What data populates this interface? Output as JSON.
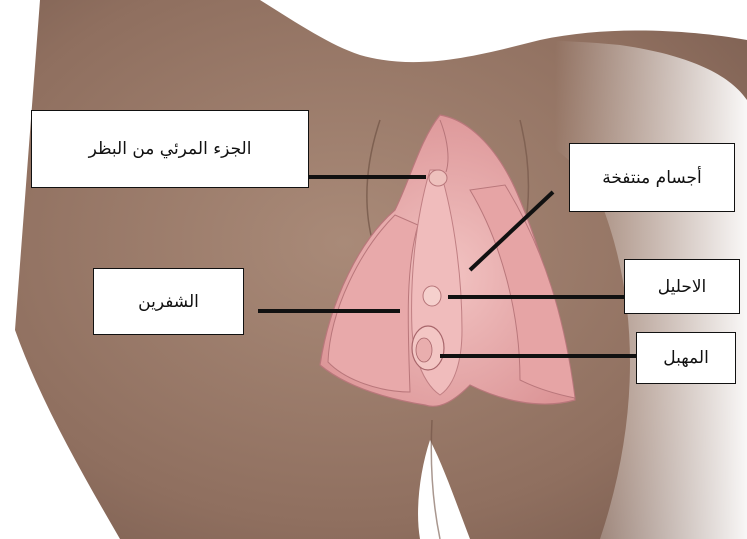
{
  "labels": {
    "clitoris_glans": "الجزء المرئي من البظر",
    "erectile_bodies": "أجسام منتفخة",
    "labia": "الشفرين",
    "urethra": "الاحليل",
    "vagina": "المهبل"
  },
  "colors": {
    "skin": "#9c7c6a",
    "skin_shadow": "#7f6254",
    "tissue_pink": "#e7a7a8",
    "tissue_dark": "#c97c80",
    "leader_line": "#111111",
    "label_border": "#111111"
  }
}
